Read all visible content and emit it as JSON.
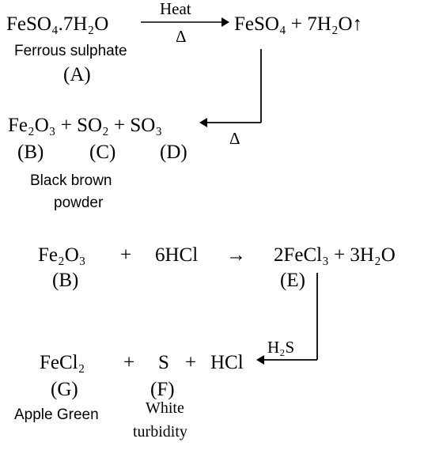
{
  "reaction1": {
    "reactant": "FeSO₄.7H₂O",
    "reactant_name": "Ferrous sulphate",
    "reactant_label": "(A)",
    "arrow_top": "Heat",
    "arrow_bottom": "Δ",
    "products": "FeSO₄ + 7H₂O↑"
  },
  "reaction2": {
    "arrow_label": "Δ",
    "products": "Fe₂O₃ + SO₂ + SO₃",
    "labels": [
      "(B)",
      "(C)",
      "(D)"
    ],
    "b_desc_line1": "Black brown",
    "b_desc_line2": "powder"
  },
  "reaction3": {
    "reactant1": "Fe₂O₃",
    "plus": "+",
    "reactant2": "6HCl",
    "arrow": "→",
    "products": "2FeCl₃ + 3H₂O",
    "label_b": "(B)",
    "label_e": "(E)"
  },
  "reaction4": {
    "arrow_label": "H₂S",
    "product1": "FeCl₂",
    "plus1": "+",
    "product2": "S",
    "plus2": "+",
    "product3": "HCl",
    "label_g": "(G)",
    "label_f": "(F)",
    "g_desc": "Apple Green",
    "f_desc_line1": "White",
    "f_desc_line2": "turbidity"
  }
}
